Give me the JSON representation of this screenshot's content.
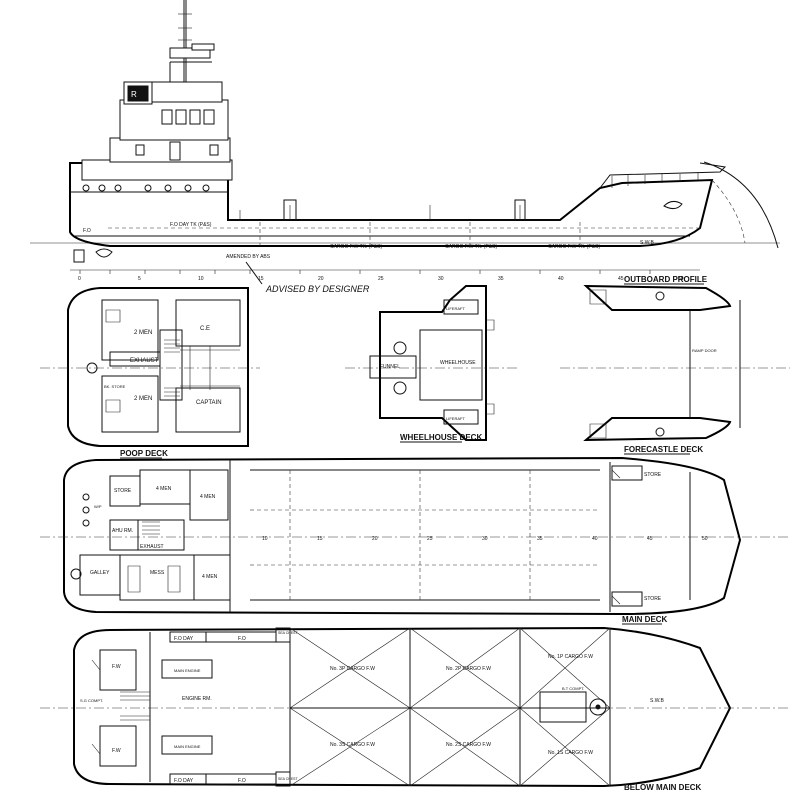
{
  "views": {
    "outboard_profile": "OUTBOARD PROFILE",
    "poop_deck": "POOP DECK",
    "wheelhouse_deck": "WHEELHOUSE DECK",
    "forecastle_deck": "FORECASTLE DECK",
    "main_deck": "MAIN DECK",
    "below_main_deck": "BELOW MAIN DECK"
  },
  "annotation": "ADVISED BY DESIGNER",
  "profile": {
    "labels": [
      "F.O",
      "F.O DAY TK (P&S)",
      "CARGO F.W TK. (P&S)",
      "CARGO F.W TK. (P&S)",
      "CARGO F.W TK. (P&S)",
      "S.W.B",
      "AMENDED BY ABS"
    ],
    "frames": [
      "0",
      "5",
      "10",
      "15",
      "20",
      "25",
      "30",
      "35",
      "40",
      "45",
      "50"
    ]
  },
  "poop": {
    "rooms": [
      "2 MEN",
      "C.E",
      "EXHAUST",
      "CAPTAIN",
      "2 MEN",
      "BK. STORE"
    ]
  },
  "wheelhouse": {
    "rooms": [
      "WHEELHOUSE",
      "FUNNEL",
      "LIFERAFT",
      "LIFERAFT"
    ]
  },
  "forecastle": {
    "rooms": [
      "RAMP DOOR"
    ]
  },
  "main": {
    "rooms": [
      "STORE",
      "4 MEN",
      "4 MEN",
      "AHU RM.",
      "EXHAUST",
      "GALLEY",
      "MESS",
      "4 MEN",
      "STORE",
      "STORE",
      "W/P"
    ],
    "frames": [
      "10",
      "15",
      "20",
      "25",
      "30",
      "35",
      "40",
      "45",
      "50"
    ]
  },
  "below": {
    "rooms": [
      "F.O DAY",
      "F.O",
      "SEA CHEST",
      "F.W",
      "MAIN ENGINE",
      "ENGINE RM.",
      "S.G COMPT.",
      "MAIN ENGINE",
      "F.W",
      "F.O DAY",
      "F.O",
      "SEA CHEST"
    ],
    "tanks": [
      "No. 3P CARGO F.W",
      "No. 2P CARGO F.W",
      "No. 1P CARGO F.W",
      "No. 3S CARGO F.W",
      "No. 2S CARGO F.W",
      "No. 1S CARGO F.W",
      "B.T COMPT.",
      "S.W.B"
    ]
  }
}
